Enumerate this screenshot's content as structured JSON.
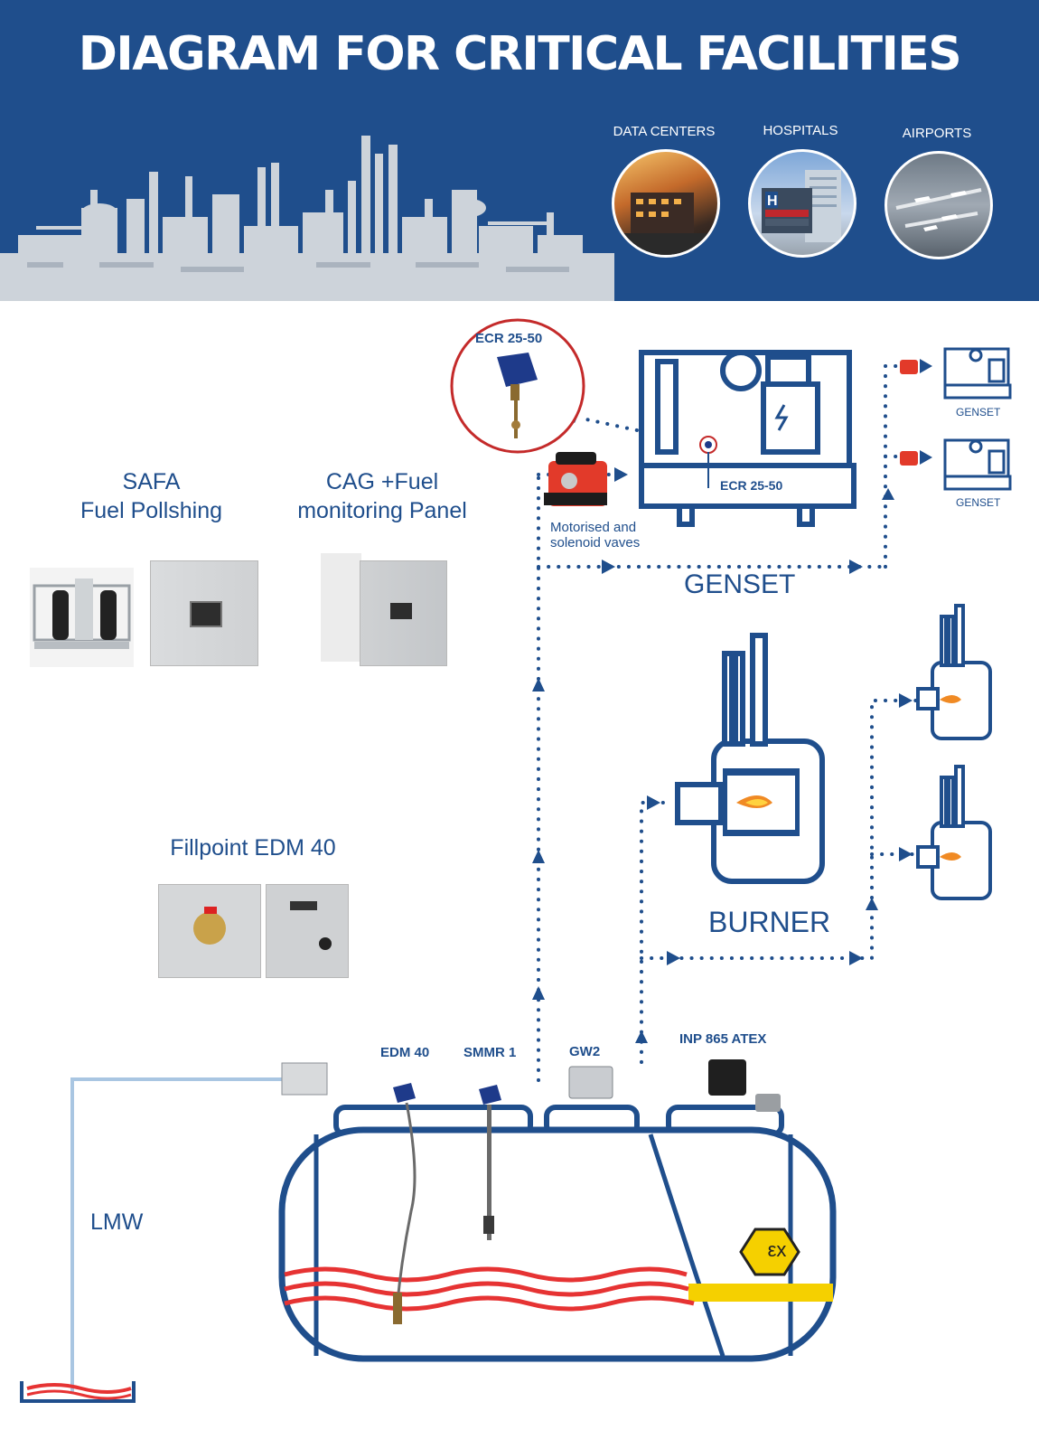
{
  "header": {
    "title": "DIAGRAM FOR CRITICAL FACILITIES",
    "categories": [
      {
        "label": "DATA CENTERS",
        "image": "data-center-photo"
      },
      {
        "label": "HOSPITALS",
        "image": "hospital-photo"
      },
      {
        "label": "AIRPORTS",
        "image": "airport-photo"
      }
    ]
  },
  "products": {
    "safa": {
      "line1": "SAFA",
      "line2": "Fuel Pollshing"
    },
    "cag": {
      "line1": "CAG  +Fuel",
      "line2": "monitoring Panel"
    },
    "fillpoint": {
      "label": "Fillpoint EDM  40"
    }
  },
  "diagram": {
    "ecr_callout": "ECR 25-50",
    "ecr_on_genset": "ECR 25-50",
    "valve_label_1": "Motorised and",
    "valve_label_2": "solenoid vaves",
    "genset_section": "GENSET",
    "genset_small_1": "GENSET",
    "genset_small_2": "GENSET",
    "burner_section": "BURNER",
    "lmw": "LMW",
    "tank_devices": {
      "edm40": "EDM 40",
      "smmr1": "SMMR 1",
      "gw2": "GW2",
      "inp": "INP 865 ATEX"
    },
    "ex_symbol": "εx"
  },
  "colors": {
    "navy": "#1f4e8c",
    "red_fuel": "#e63333",
    "yellow_band": "#f5d000",
    "skyline": "#cdd3da"
  }
}
